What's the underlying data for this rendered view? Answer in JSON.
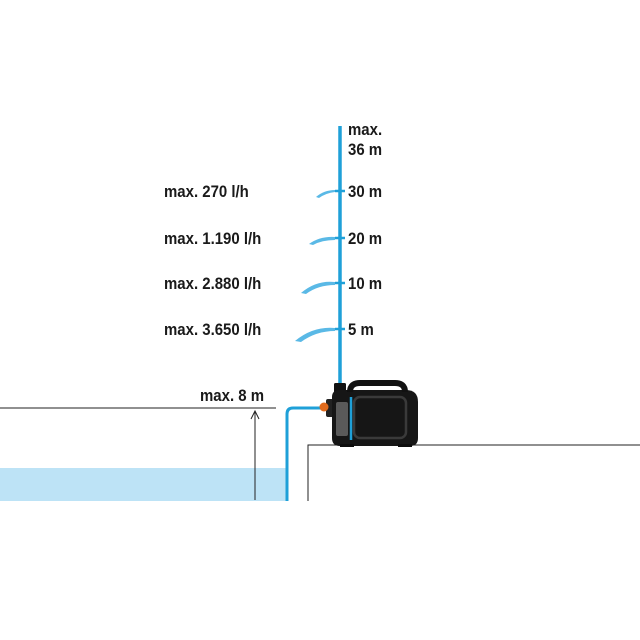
{
  "diagram": {
    "height_top": "max.",
    "height_top_value": "36 m",
    "levels": [
      {
        "height": "30 m",
        "flow": "max. 270 l/h",
        "spray": 1
      },
      {
        "height": "20 m",
        "flow": "max. 1.190 l/h",
        "spray": 2
      },
      {
        "height": "10 m",
        "flow": "max. 2.880 l/h",
        "spray": 3
      },
      {
        "height": "5 m",
        "flow": "max. 3.650 l/h",
        "spray": 4
      }
    ],
    "suction_height": "max. 8 m",
    "colors": {
      "pipe": "#1fa0d8",
      "water": "#bde3f6",
      "pump_body": "#111111",
      "pump_accent": "#e06a1c",
      "line": "#222222"
    }
  }
}
